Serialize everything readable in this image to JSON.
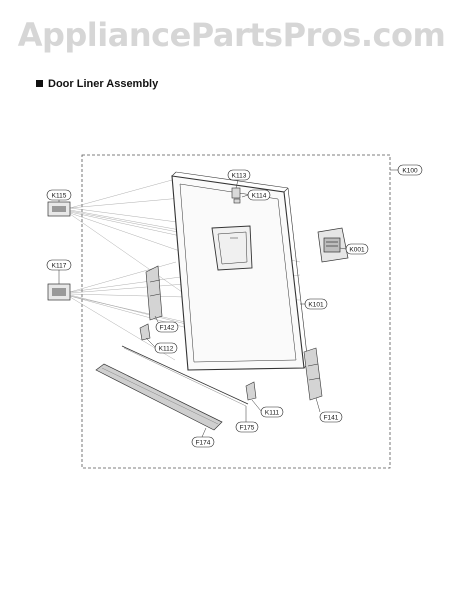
{
  "watermark": "AppliancePartsPros.com",
  "section": {
    "title": "Door Liner Assembly"
  },
  "callouts": {
    "K100": "K100",
    "K115": "K115",
    "K117": "K117",
    "K113": "K113",
    "K114": "K114",
    "K001": "K001",
    "K101": "K101",
    "F142": "F142",
    "K112": "K112",
    "K111": "K111",
    "F141": "F141",
    "F175": "F175",
    "F174": "F174"
  }
}
